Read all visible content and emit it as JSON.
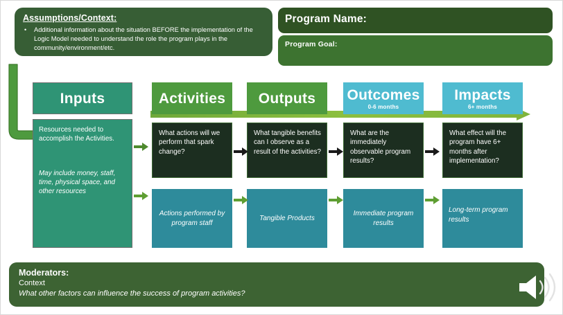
{
  "assumptions": {
    "title": "Assumptions/Context:",
    "bullet": "•",
    "text": "Additional information about the situation BEFORE the implementation of the Logic Model needed to understand the role the program plays in the community/environment/etc."
  },
  "program": {
    "name_label": "Program Name:",
    "goal_label": "Program Goal:"
  },
  "columns": [
    {
      "key": "inputs",
      "header": "Inputs",
      "subtitle": "",
      "question": "",
      "answer": "",
      "body_primary": "Resources needed to accomplish the Activities.",
      "body_secondary": "May include money, staff, time, physical space, and other resources",
      "header_color": "#2F9475"
    },
    {
      "key": "activities",
      "header": "Activities",
      "subtitle": "",
      "question": "What actions will we perform that spark change?",
      "answer": "Actions performed by program staff",
      "header_color": "#4E9A3E"
    },
    {
      "key": "outputs",
      "header": "Outputs",
      "subtitle": "",
      "question": "What tangible benefits can I observe as a result of the activities?",
      "answer": "Tangible Products",
      "header_color": "#4E9A3E"
    },
    {
      "key": "outcomes",
      "header": "Outcomes",
      "subtitle": "0-6  months",
      "question": "What are the immediately observable program results?",
      "answer": "Immediate program results",
      "header_color": "#4FBBD0"
    },
    {
      "key": "impacts",
      "header": "Impacts",
      "subtitle": "6+ months",
      "question": "What effect will the program have 6+ months after implementation?",
      "answer": "Long-term program results",
      "header_color": "#4FBBD0"
    }
  ],
  "moderators": {
    "title": "Moderators:",
    "context": "Context",
    "question": "What other factors can influence the success of program activities?"
  },
  "icons": {
    "speaker": "speaker-icon",
    "flow_arrow": "right-arrow-icon",
    "elbow_arrow": "elbow-arrow-icon"
  },
  "colors": {
    "dark_green_banner": "#2F5223",
    "mid_green_banner": "#3D7330",
    "assumption_green": "#375E35",
    "footer_green": "#3D6333",
    "inputs_teal": "#2F9475",
    "process_green": "#4E9A3E",
    "outcome_blue": "#4FBBD0",
    "answer_teal": "#2E8B9B",
    "question_dark": "#1C2E20",
    "arrow_green": "#5E9E32"
  }
}
